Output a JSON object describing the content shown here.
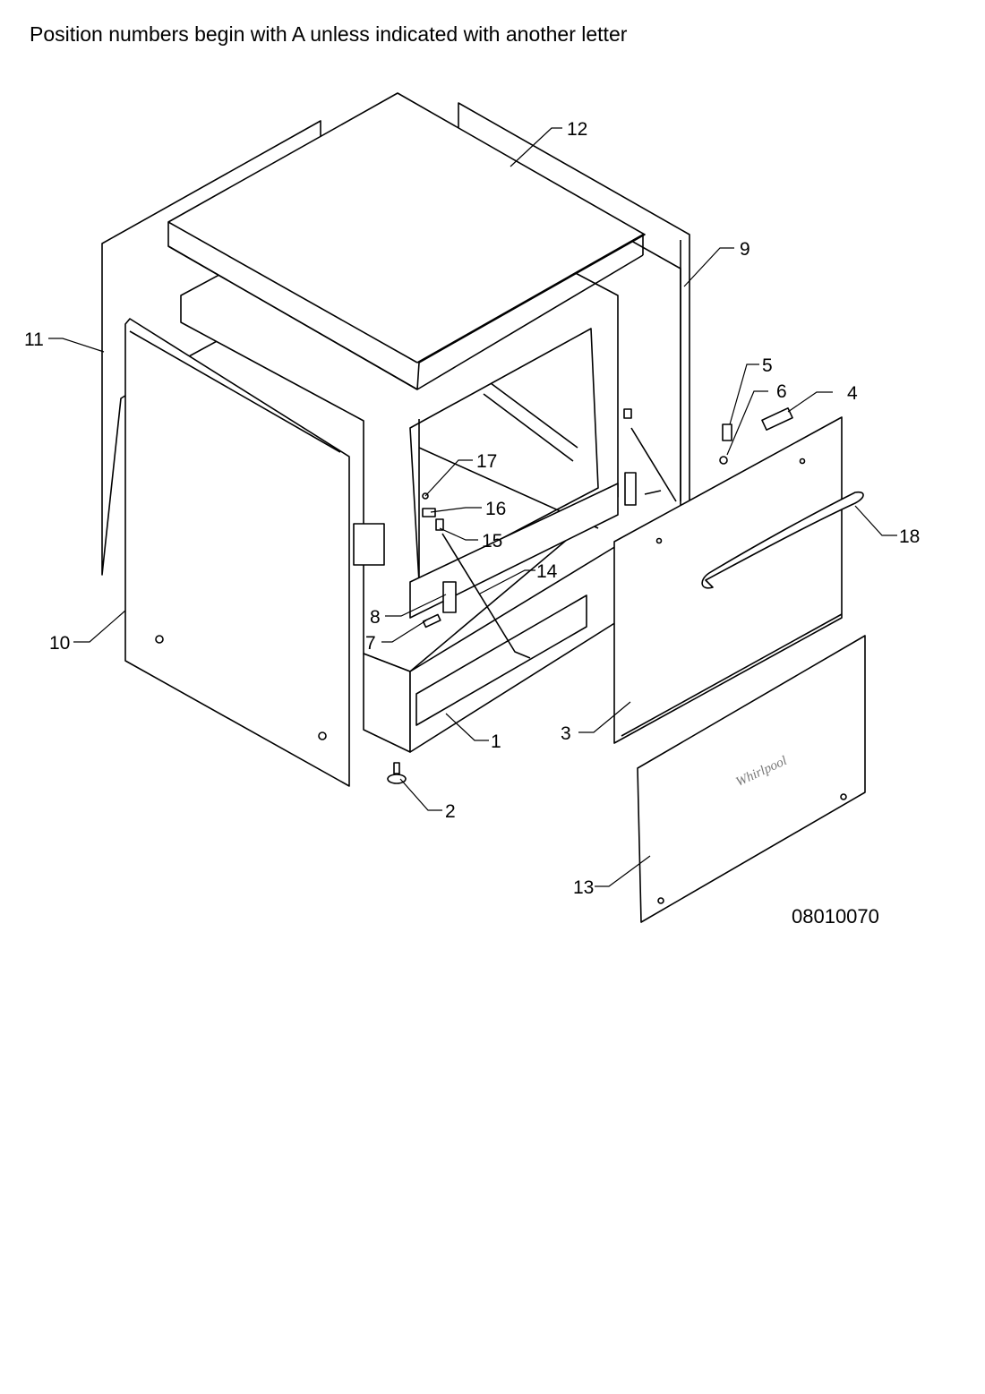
{
  "header": {
    "note": "Position numbers begin with A unless indicated with another letter"
  },
  "callouts": [
    {
      "number": "1",
      "part": "base-frame"
    },
    {
      "number": "2",
      "part": "adjustable-foot"
    },
    {
      "number": "3",
      "part": "door-panel"
    },
    {
      "number": "4",
      "part": "door-catch"
    },
    {
      "number": "5",
      "part": "spring"
    },
    {
      "number": "6",
      "part": "nut"
    },
    {
      "number": "7",
      "part": "hinge-pin"
    },
    {
      "number": "8",
      "part": "hinge-bracket"
    },
    {
      "number": "9",
      "part": "right-side-panel"
    },
    {
      "number": "10",
      "part": "left-front-side-panel"
    },
    {
      "number": "11",
      "part": "left-rear-side-panel"
    },
    {
      "number": "12",
      "part": "top-cover"
    },
    {
      "number": "13",
      "part": "kick-plate"
    },
    {
      "number": "14",
      "part": "door-cable"
    },
    {
      "number": "15",
      "part": "cable-clip"
    },
    {
      "number": "16",
      "part": "roller"
    },
    {
      "number": "17",
      "part": "screw"
    },
    {
      "number": "18",
      "part": "door-handle"
    }
  ],
  "brand": {
    "logo_text": "Whirlpool"
  },
  "drawing": {
    "code": "08010070"
  }
}
